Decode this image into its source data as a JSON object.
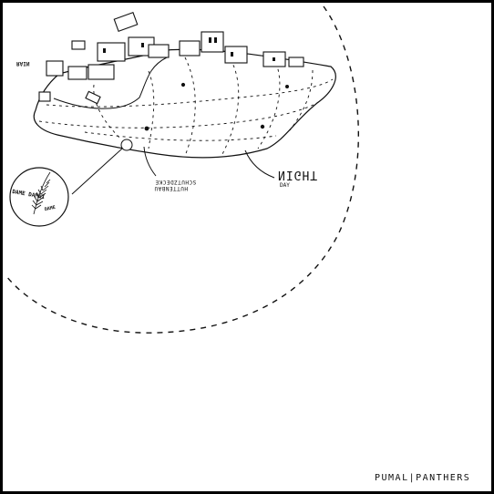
{
  "drawing": {
    "credit": "PUMAL|PANTHERS",
    "labels": {
      "rain": "RAIN",
      "schutz_line1": "SCHUTZDECKE",
      "schutz_line2": "HÜTTENBAU",
      "night": "NIGHT",
      "day": "DAY",
      "dame": "DAME DAMNI",
      "dame_small": "DAME"
    }
  },
  "colors": {
    "ink": "#111111",
    "paper": "#ffffff",
    "frame": "#000000"
  },
  "icons": [
    "village-houses",
    "floating-island",
    "feather-inset",
    "dashed-orbit"
  ]
}
